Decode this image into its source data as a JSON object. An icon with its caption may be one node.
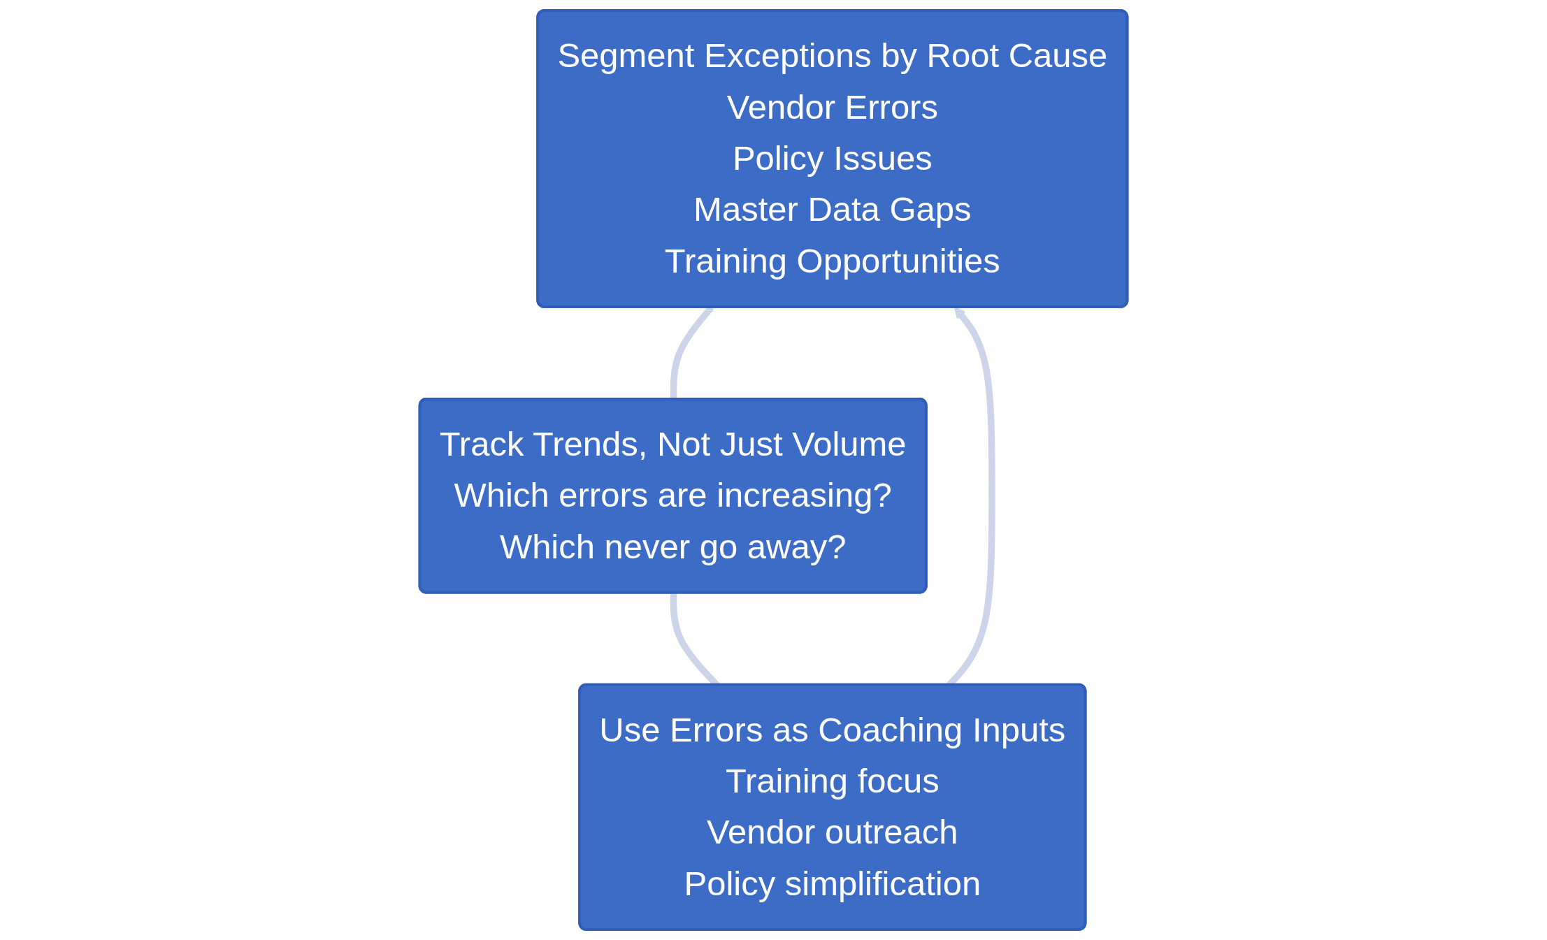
{
  "diagram": {
    "nodes": [
      {
        "text": [
          "Segment Exceptions by Root Cause",
          "Vendor Errors",
          "Policy Issues",
          "Master Data Gaps",
          "Training Opportunities"
        ]
      },
      {
        "text": [
          "Track Trends, Not Just Volume",
          "Which errors are increasing?",
          "Which never go away?"
        ]
      },
      {
        "text": [
          "Use Errors as Coaching Inputs",
          "Training focus",
          "Vendor outreach",
          "Policy simplification"
        ]
      }
    ],
    "edges": [
      {
        "from": 0,
        "to": 1,
        "arrow": "none"
      },
      {
        "from": 1,
        "to": 2,
        "arrow": "none"
      },
      {
        "from": 2,
        "to": 0,
        "arrow": "to"
      }
    ]
  }
}
